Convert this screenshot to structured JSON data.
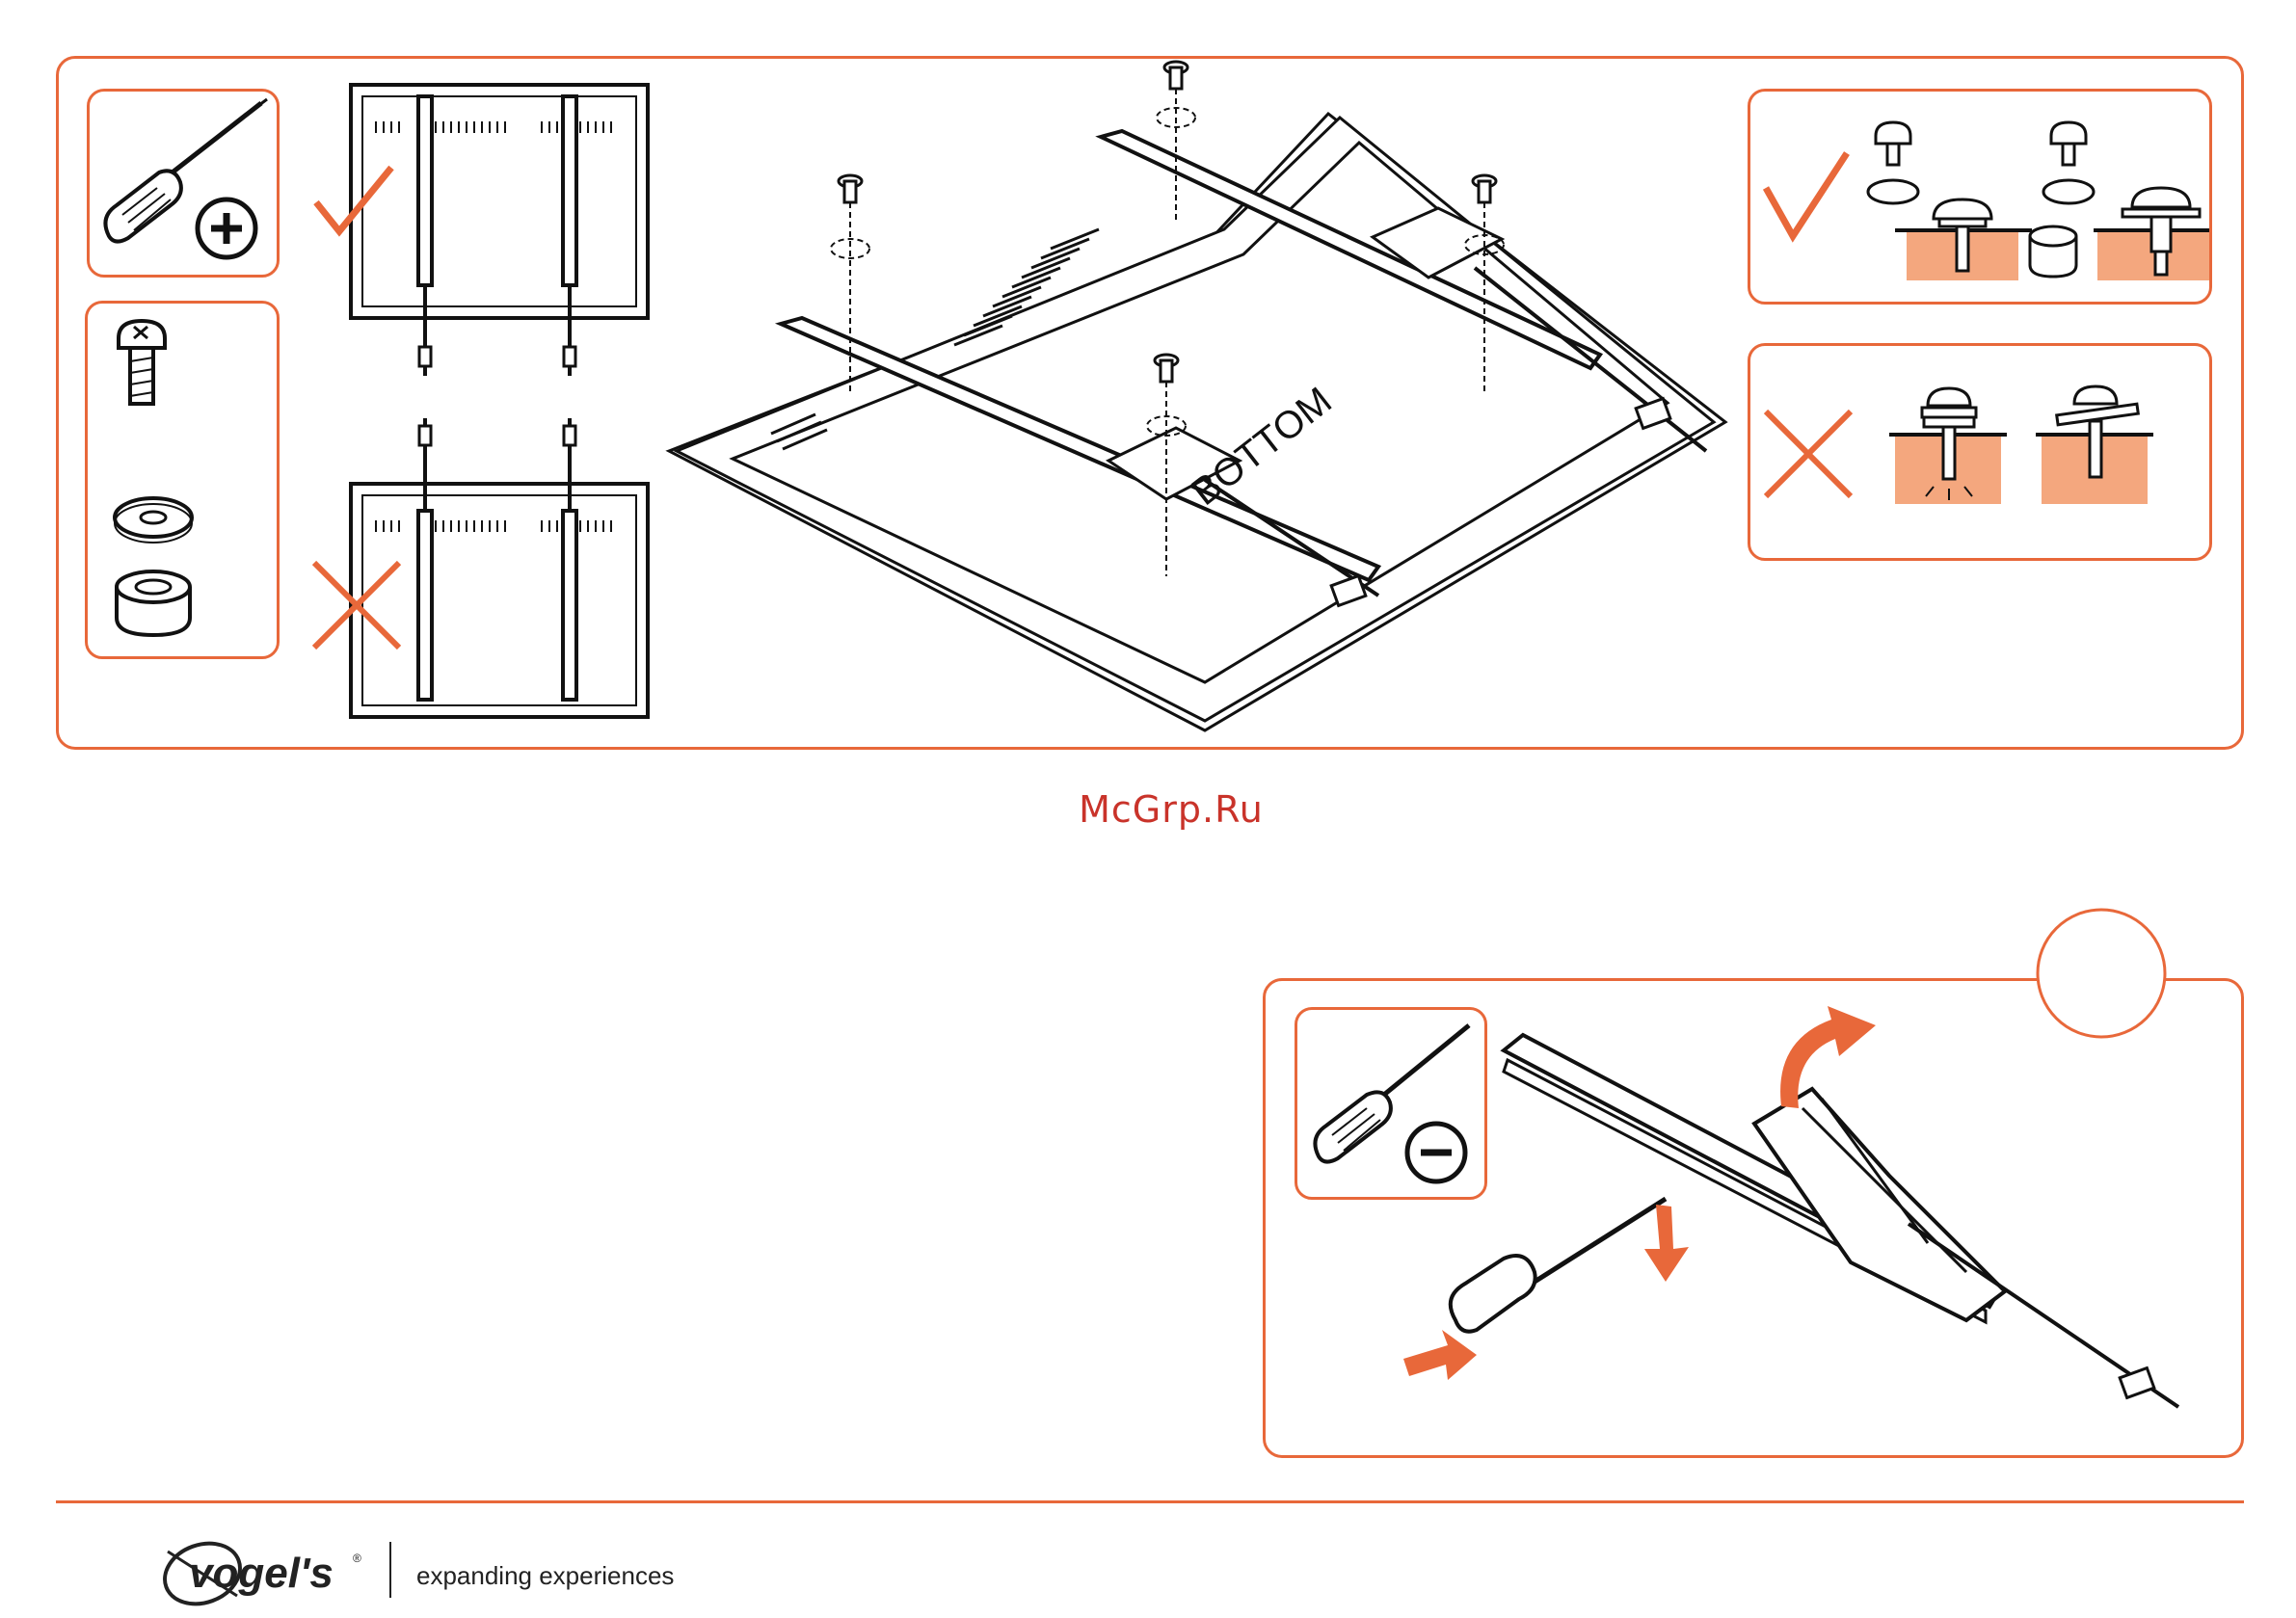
{
  "document": {
    "watermark": "McGrp.Ru",
    "bottom_label": "BOTTOM",
    "step_number": ""
  },
  "footer": {
    "brand": "vogel's",
    "brand_reg": "®",
    "tagline": "expanding experiences"
  },
  "colors": {
    "accent": "#e8683a",
    "accent_fill": "#f4a77e",
    "line": "#111111",
    "watermark": "#c9332a"
  },
  "icons": {
    "phillips": "phillips-screwdriver-icon",
    "flat": "flat-screwdriver-icon",
    "check": "check-mark-icon",
    "cross": "cross-mark-icon"
  }
}
